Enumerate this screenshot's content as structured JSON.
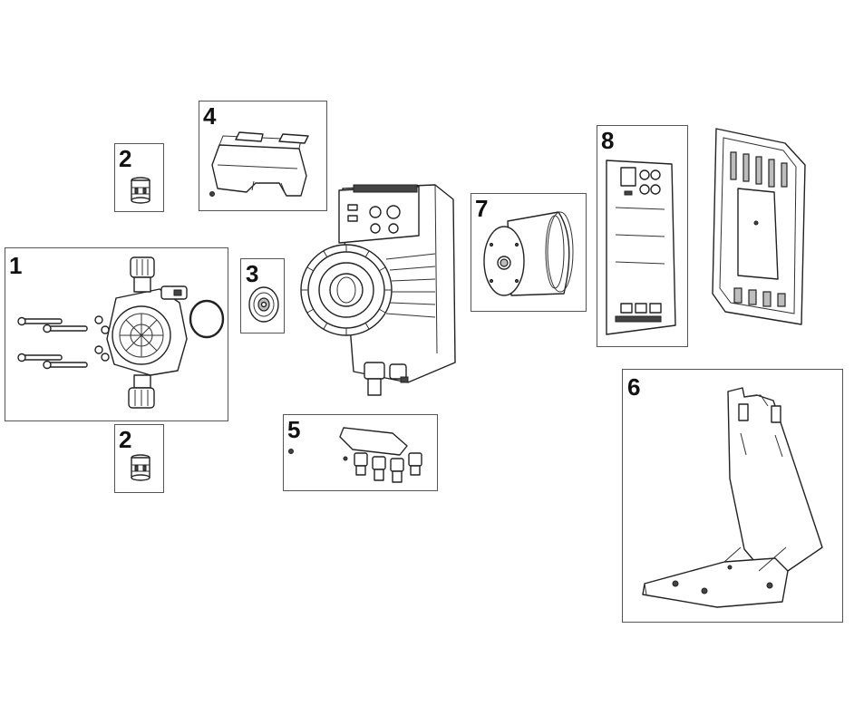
{
  "diagram": {
    "labels": {
      "part1": "1",
      "part2_top": "2",
      "part2_bottom": "2",
      "part3": "3",
      "part4": "4",
      "part5": "5",
      "part6": "6",
      "part7": "7",
      "part8": "8"
    }
  }
}
